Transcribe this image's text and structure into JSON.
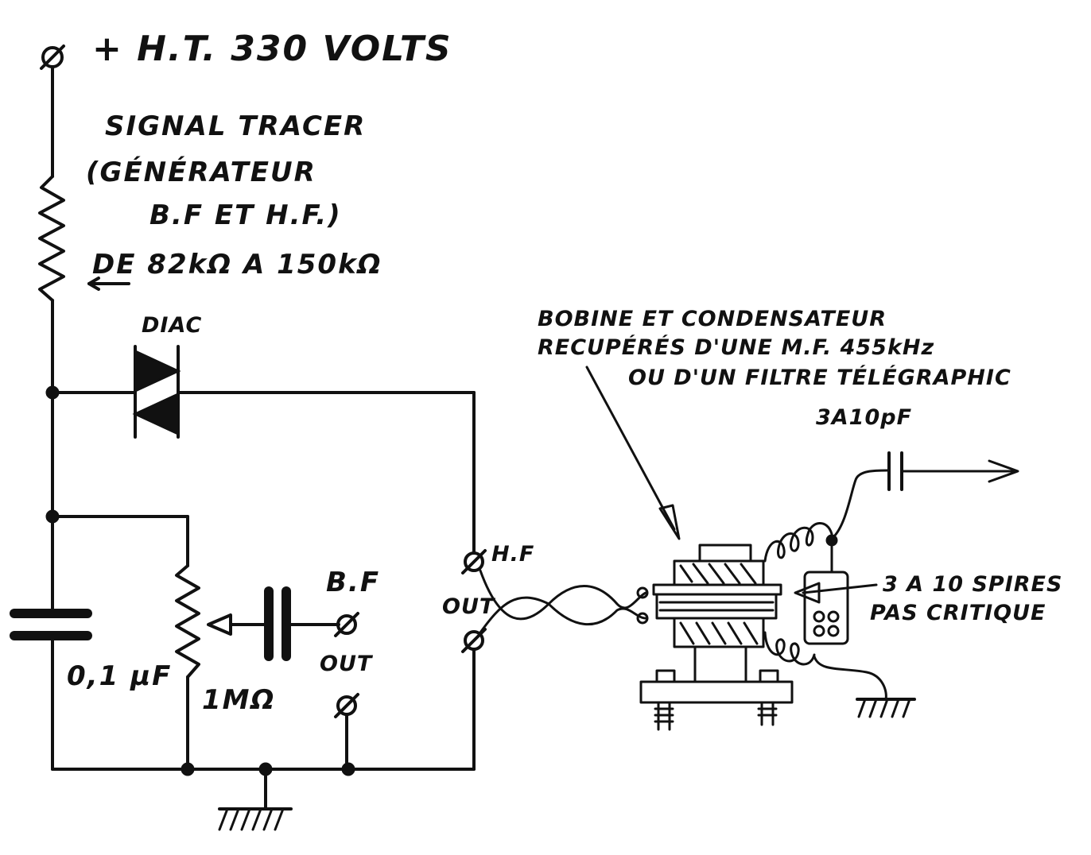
{
  "supply_label": "+ H.T. 330 VOLTS",
  "title_line1": "SIGNAL TRACER",
  "title_line2": "(GÉNÉRATEUR",
  "title_line3": "B.F ET H.F.)",
  "resistor_range": "DE 82kΩ A 150kΩ",
  "diac_label": "DIAC",
  "capacitor_value": "0,1 µF",
  "pot_value": "1MΩ",
  "bf_label": "B.F",
  "bf_out_label": "OUT",
  "hf_label": "H.F",
  "hf_out_label": "OUT",
  "coil_note_line1": "BOBINE ET CONDENSATEUR",
  "coil_note_line2": "RECUPÉRÉS D'UNE M.F. 455kHz",
  "coil_note_line3": "OU D'UN FILTRE TÉLÉGRAPHIC",
  "cap_value": "3A10pF",
  "turns_line1": "3 A 10 SPIRES",
  "turns_line2": "PAS CRITIQUE"
}
